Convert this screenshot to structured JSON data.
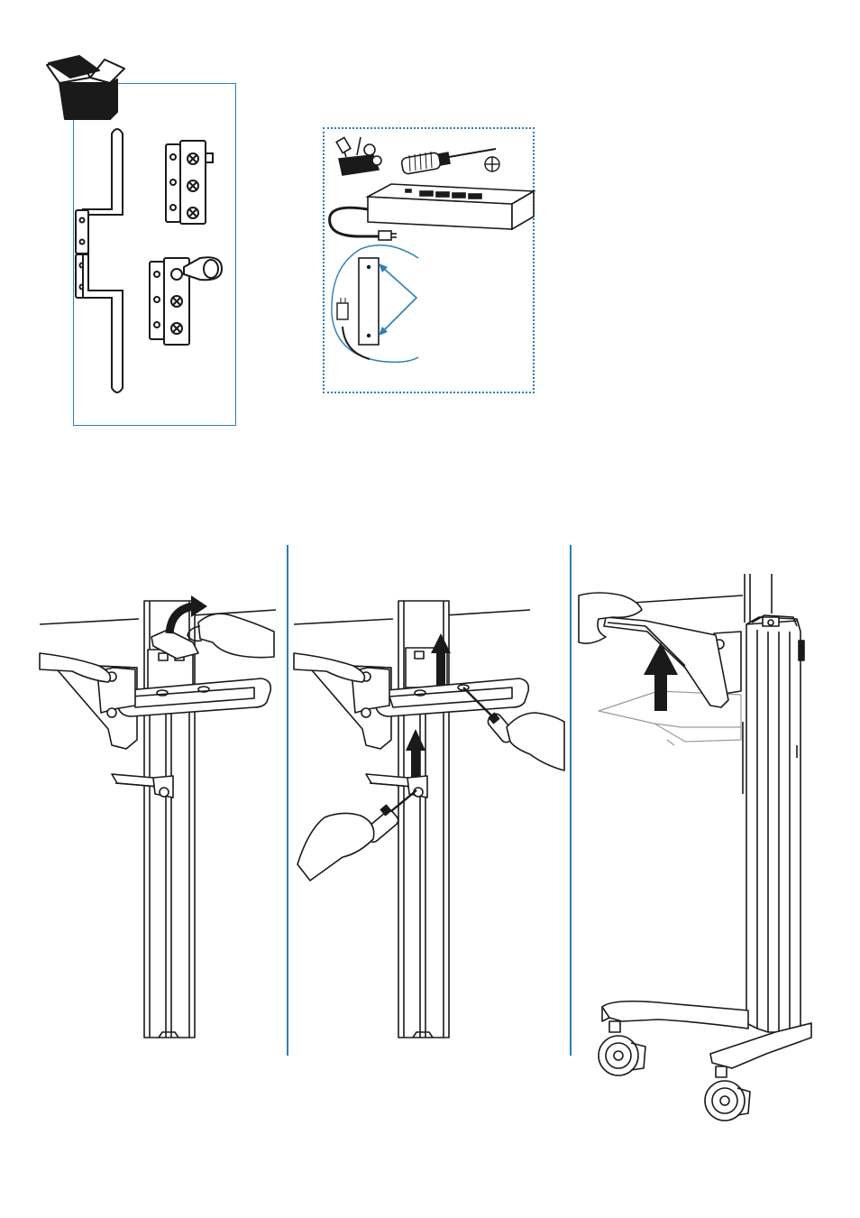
{
  "colors": {
    "accent": "#2a7fb8",
    "line": "#1a1a1a",
    "fill": "#ffffff"
  },
  "icons": [
    "box-icon",
    "toolbox-icon",
    "screwdriver-icon",
    "phillips-head-icon",
    "power-strip-icon",
    "arrow-up-icon",
    "curved-arrow-icon"
  ],
  "steps": [
    {
      "name": "step-1",
      "action": "rotate-lever"
    },
    {
      "name": "step-2",
      "action": "unscrew-bracket"
    },
    {
      "name": "step-3",
      "action": "lift-shelf"
    }
  ]
}
